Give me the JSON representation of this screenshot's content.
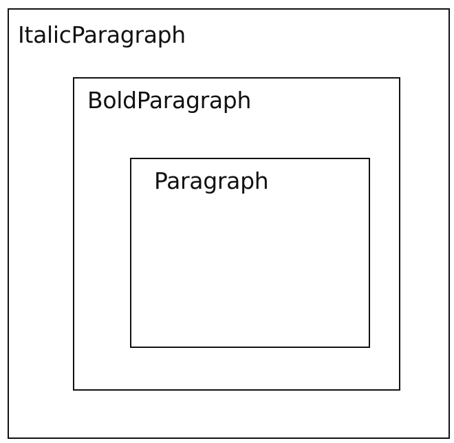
{
  "diagram": {
    "outer": {
      "label": "ItalicParagraph"
    },
    "middle": {
      "label": "BoldParagraph"
    },
    "inner": {
      "label": "Paragraph"
    }
  }
}
